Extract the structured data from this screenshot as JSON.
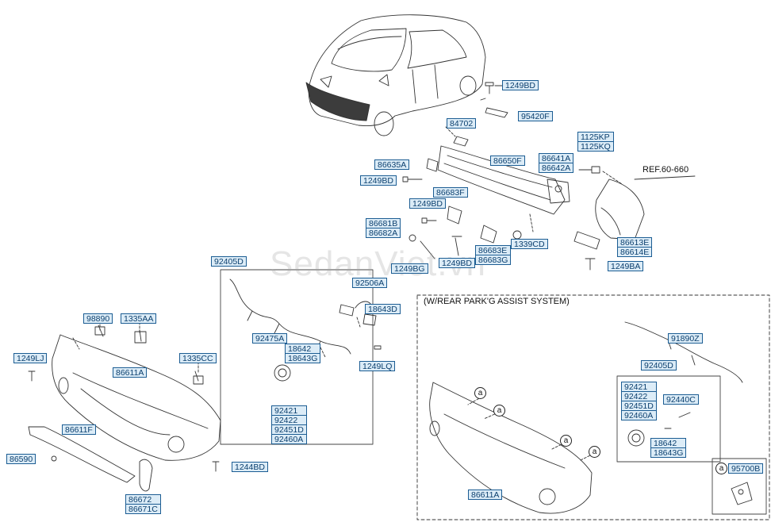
{
  "watermark": "SedanViet.vn",
  "ref_label": "REF.60-660",
  "section_label": "(W/REAR PARK'G ASSIST SYSTEM)",
  "circle_letter": "a",
  "labels": {
    "p1249BD_top": "1249BD",
    "p95420F": "95420F",
    "p84702": "84702",
    "p1125KP": "1125KP",
    "p1125KQ": "1125KQ",
    "p86650F": "86650F",
    "p86641A": "86641A",
    "p86642A": "86642A",
    "p86635A": "86635A",
    "p1249BD_left": "1249BD",
    "p86683F": "86683F",
    "p1249BD_mid": "1249BD",
    "p86681B": "86681B",
    "p86682A": "86682A",
    "p1339CD": "1339CD",
    "p86683E": "86683E",
    "p86683G": "86683G",
    "p1249BD_low": "1249BD",
    "p1249BG": "1249BG",
    "p86613E": "86613E",
    "p86614E": "86614E",
    "p1249BA": "1249BA",
    "p92405D": "92405D",
    "p92506A": "92506A",
    "p18643D": "18643D",
    "p92475A": "92475A",
    "p18642": "18642",
    "p18643G": "18643G",
    "p1249LQ": "1249LQ",
    "p98890": "98890",
    "p1335AA": "1335AA",
    "p1249LJ": "1249LJ",
    "p1335CC": "1335CC",
    "p86611A": "86611A",
    "p92421": "92421",
    "p92422": "92422",
    "p92451D": "92451D",
    "p92460A": "92460A",
    "p86611F": "86611F",
    "p86590": "86590",
    "p1244BD": "1244BD",
    "p86672": "86672",
    "p86671C": "86671C",
    "r91890Z": "91890Z",
    "r92405D": "92405D",
    "r92421": "92421",
    "r92422": "92422",
    "r92451D": "92451D",
    "r92460A": "92460A",
    "r92440C": "92440C",
    "r18642": "18642",
    "r18643G": "18643G",
    "r86611A": "86611A",
    "r95700B": "95700B"
  }
}
